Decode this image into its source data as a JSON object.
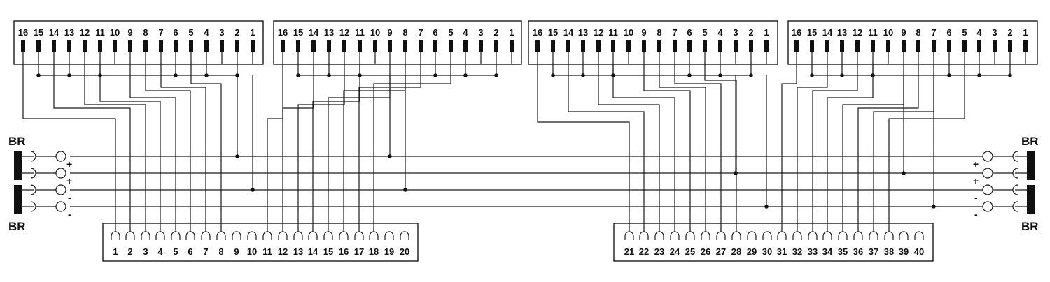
{
  "connectors": [
    {
      "pins": [
        "16",
        "15",
        "14",
        "13",
        "12",
        "11",
        "10",
        "9",
        "8",
        "7",
        "6",
        "5",
        "4",
        "3",
        "2",
        "1"
      ]
    },
    {
      "pins": [
        "16",
        "15",
        "14",
        "13",
        "12",
        "11",
        "10",
        "9",
        "8",
        "7",
        "6",
        "5",
        "4",
        "3",
        "2",
        "1"
      ]
    },
    {
      "pins": [
        "16",
        "15",
        "14",
        "13",
        "12",
        "11",
        "10",
        "9",
        "8",
        "7",
        "6",
        "5",
        "4",
        "3",
        "2",
        "1"
      ]
    },
    {
      "pins": [
        "16",
        "15",
        "14",
        "13",
        "12",
        "11",
        "10",
        "9",
        "8",
        "7",
        "6",
        "5",
        "4",
        "3",
        "2",
        "1"
      ]
    }
  ],
  "terminal_blocks": [
    {
      "labels": [
        "1",
        "2",
        "3",
        "4",
        "5",
        "6",
        "7",
        "8",
        "9",
        "10",
        "11",
        "12",
        "13",
        "14",
        "15",
        "16",
        "17",
        "18",
        "19",
        "20"
      ]
    },
    {
      "labels": [
        "21",
        "22",
        "23",
        "24",
        "25",
        "26",
        "27",
        "28",
        "29",
        "30",
        "31",
        "32",
        "33",
        "34",
        "35",
        "36",
        "37",
        "38",
        "39",
        "40"
      ]
    }
  ],
  "power": {
    "left": {
      "br_top": "BR",
      "br_bottom": "BR",
      "signs": [
        "+",
        "+",
        "-",
        "-"
      ]
    },
    "right": {
      "br_top": "BR",
      "br_bottom": "BR",
      "signs": [
        "+",
        "+",
        "-",
        "-"
      ]
    }
  },
  "colors": {
    "line": "#1a1a1a",
    "wire_grey": "#bdbdbd",
    "background": "#ffffff"
  }
}
